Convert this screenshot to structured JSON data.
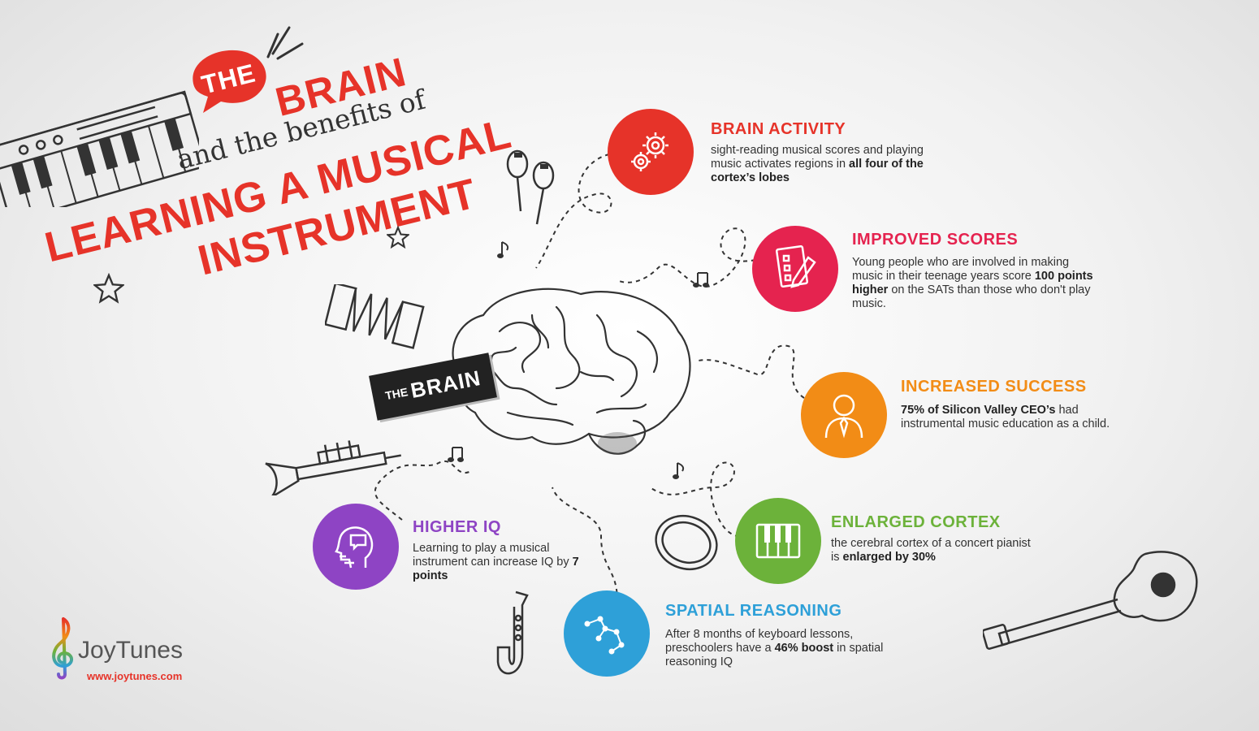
{
  "title": {
    "the": "THE",
    "brain": "BRAIN",
    "subtitle": "and the benefits of",
    "line2": "LEARNING A MUSICAL",
    "line3": "INSTRUMENT"
  },
  "brain_label": {
    "small": "THE",
    "big": "BRAIN"
  },
  "benefits": [
    {
      "title": "BRAIN ACTIVITY",
      "color": "#e63329",
      "icon": "gears-icon",
      "text_plain": "sight-reading musical scores and playing music activates regions in ",
      "text_bold": "all four of the cortex’s lobes",
      "text_after": ""
    },
    {
      "title": "IMPROVED SCORES",
      "color": "#e5234f",
      "icon": "test-sheet-icon",
      "text_plain": "Young people who are involved in making music in their teenage years score ",
      "text_bold": "100 points higher",
      "text_after": " on the SATs than those who don't play music."
    },
    {
      "title": "INCREASED SUCCESS",
      "color": "#f28c16",
      "icon": "ceo-person-icon",
      "text_plain": "",
      "text_bold": "75% of Silicon Valley CEO’s",
      "text_after": " had instrumental music education as a child."
    },
    {
      "title": "ENLARGED CORTEX",
      "color": "#6cb23a",
      "icon": "piano-keys-icon",
      "text_plain": "the cerebral cortex of a concert pianist is ",
      "text_bold": "enlarged by 30%",
      "text_after": ""
    },
    {
      "title": "SPATIAL REASONING",
      "color": "#2ea0d8",
      "icon": "constellation-icon",
      "text_plain": "After 8 months of keyboard lessons, preschoolers have a ",
      "text_bold": "46% boost",
      "text_after": " in spatial reasoning IQ"
    },
    {
      "title": "HIGHER IQ",
      "color": "#8e44c4",
      "icon": "thinking-head-icon",
      "text_plain": "Learning to play a musical instrument can increase IQ by ",
      "text_bold": "7 points",
      "text_after": ""
    }
  ],
  "logo": {
    "name": "JoyTunes",
    "url": "www.joytunes.com",
    "accent": "#e63329"
  }
}
